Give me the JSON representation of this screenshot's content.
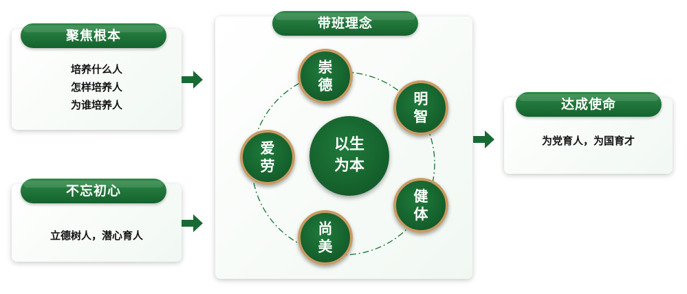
{
  "left_top": {
    "title": "聚焦根本",
    "lines": [
      "培养什么人",
      "怎样培养人",
      "为谁培养人"
    ]
  },
  "left_bottom": {
    "title": "不忘初心",
    "line": "立德树人，潜心育人"
  },
  "center_panel": {
    "title": "带班理念",
    "core": [
      "以生",
      "为本"
    ],
    "values": [
      {
        "top": "崇",
        "bottom": "德"
      },
      {
        "top": "明",
        "bottom": "智"
      },
      {
        "top": "健",
        "bottom": "体"
      },
      {
        "top": "尚",
        "bottom": "美"
      },
      {
        "top": "爱",
        "bottom": "劳"
      }
    ]
  },
  "right": {
    "title": "达成使命",
    "line": "为党育人，为国育才"
  },
  "colors": {
    "green": "#176a33",
    "gold": "#c99b63"
  }
}
